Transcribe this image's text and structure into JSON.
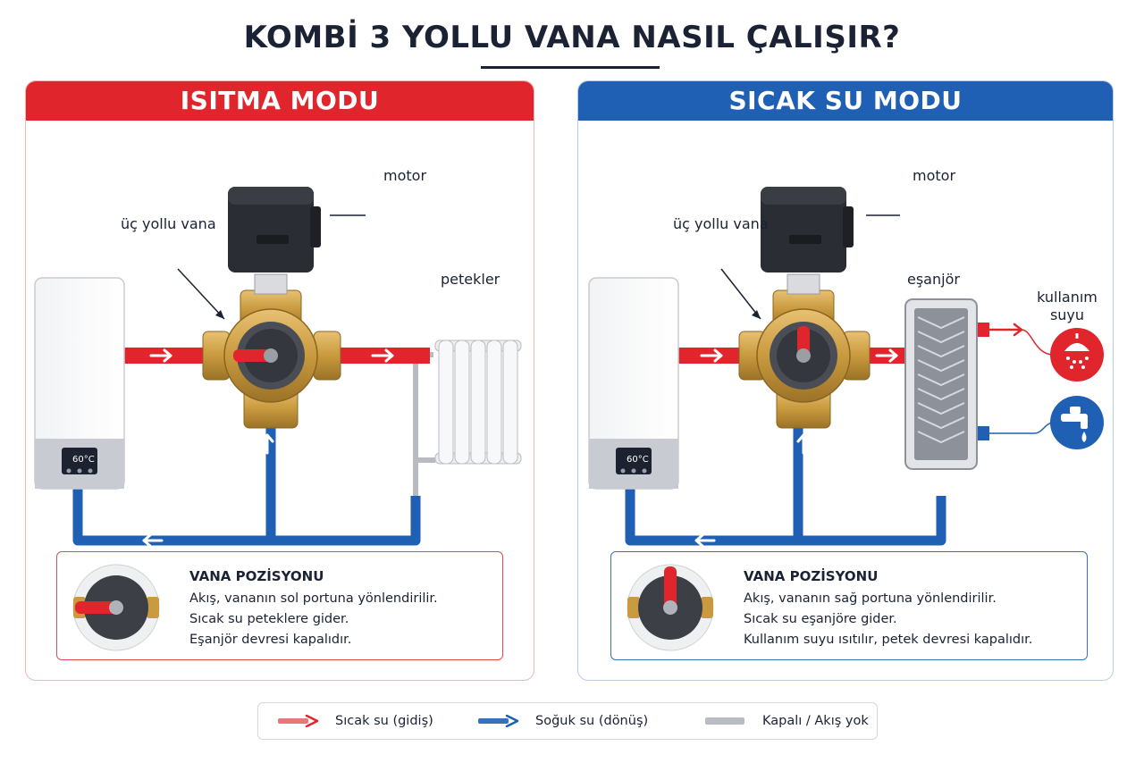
{
  "title": "KOMBİ 3 YOLLU VANA NASIL ÇALIŞIR?",
  "colors": {
    "hot": "#e0262c",
    "cold": "#1f5fb4",
    "closed": "#b8bcc2",
    "brass": "#c99a3e"
  },
  "panels": [
    {
      "header": "ISITMA MODU",
      "labels": {
        "motor": "motor",
        "valve": "üç yollu vana",
        "target": "petekler"
      },
      "boiler_display": "60°C",
      "position": {
        "title": "VANA POZİSYONU",
        "lines": [
          "Akış, vananın sol portuna yönlendirilir.",
          "Sıcak su peteklere gider.",
          "Eşanjör devresi kapalıdır."
        ]
      }
    },
    {
      "header": "SICAK SU MODU",
      "labels": {
        "motor": "motor",
        "valve": "üç yollu vana",
        "target": "eşanjör",
        "usage": "kullanım suyu"
      },
      "boiler_display": "60°C",
      "position": {
        "title": "VANA POZİSYONU",
        "lines": [
          "Akış, vananın sağ portuna yönlendirilir.",
          "Sıcak su eşanjöre gider.",
          "Kullanım suyu ısıtılır, petek devresi kapalıdır."
        ]
      }
    }
  ],
  "legend": [
    {
      "label": "Sıcak su (gidiş)",
      "color": "#e0262c"
    },
    {
      "label": "Soğuk su (dönüş)",
      "color": "#1f5fb4"
    },
    {
      "label": "Kapalı / Akış yok",
      "color": "#b8bcc2"
    }
  ]
}
